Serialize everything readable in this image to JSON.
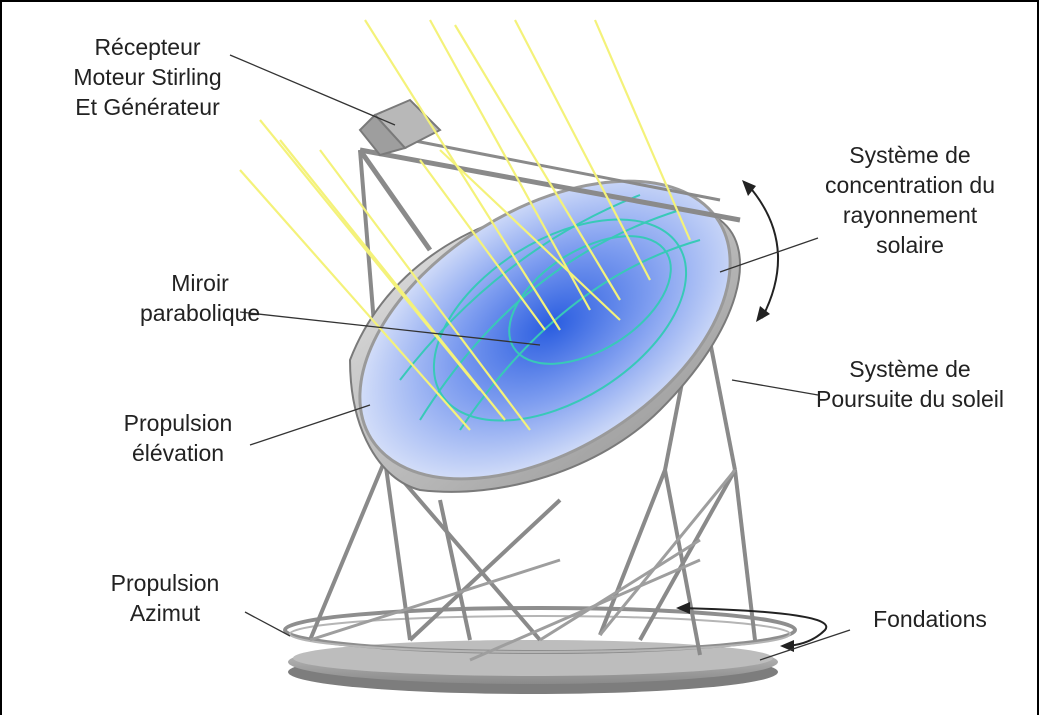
{
  "labels": {
    "recepteur": [
      "Récepteur",
      "Moteur Stirling",
      "Et Générateur"
    ],
    "miroir": [
      "Miroir",
      "parabolique"
    ],
    "propulsion_elevation": [
      "Propulsion",
      "élévation"
    ],
    "propulsion_azimut": [
      "Propulsion",
      "Azimut"
    ],
    "concentration": [
      "Système de",
      "concentration du",
      "rayonnement",
      "solaire"
    ],
    "poursuite": [
      "Système de",
      "Poursuite du soleil"
    ],
    "fondations": [
      "Fondations"
    ]
  },
  "colors": {
    "sun_rays": "#f4f27a",
    "mirror_center": "#2a5de0",
    "mirror_edge": "#eef2fb",
    "frame_metal": "#8a8a8a",
    "base": "#9a9a9a",
    "receiver_wires": "#38c9b8"
  }
}
